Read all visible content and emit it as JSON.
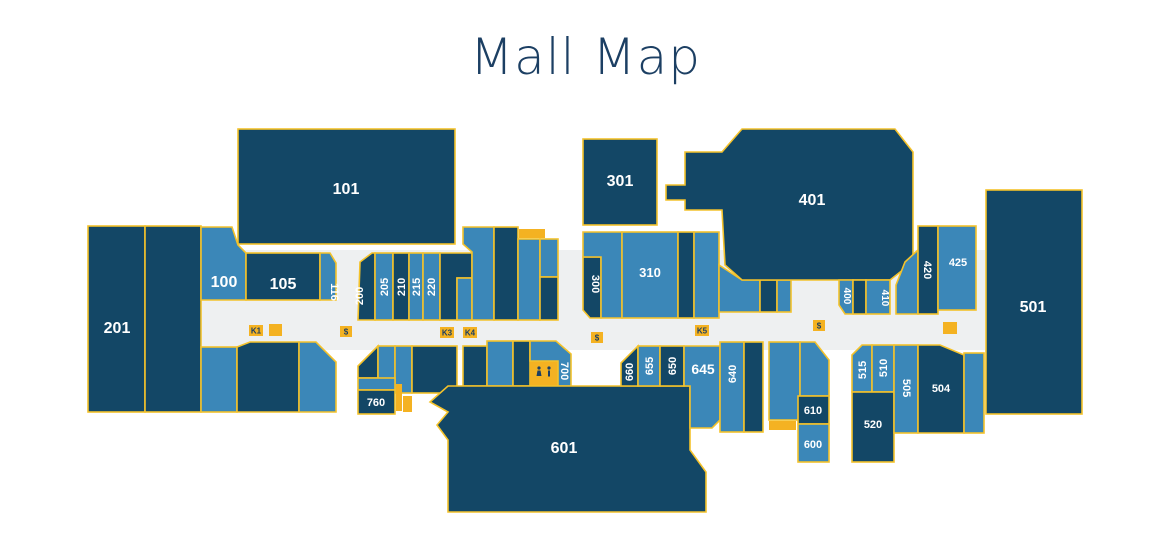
{
  "title": "Mall Map",
  "colors": {
    "dark": "#134766",
    "light": "#3b87b8",
    "border": "#f4c22b",
    "amenity": "#f4b222",
    "corridor": "#eef0f1",
    "title": "#1c3f63"
  },
  "stores": {
    "s100": "100",
    "s101": "101",
    "s105": "105",
    "s116": "116",
    "s200": "200",
    "s201": "201",
    "s205": "205",
    "s210": "210",
    "s215": "215",
    "s220": "220",
    "s300": "300",
    "s301": "301",
    "s310": "310",
    "s400": "400",
    "s401": "401",
    "s410": "410",
    "s420": "420",
    "s425": "425",
    "s501": "501",
    "s504": "504",
    "s505": "505",
    "s510": "510",
    "s515": "515",
    "s520": "520",
    "s600": "600",
    "s601": "601",
    "s610": "610",
    "s640": "640",
    "s645": "645",
    "s650": "650",
    "s655": "655",
    "s660": "660",
    "s700": "700",
    "s760": "760"
  },
  "kiosks": {
    "k1": "K1",
    "k3": "K3",
    "k4": "K4",
    "k5": "K5"
  },
  "atm_label": "$",
  "restroom_icon": "restroom-icon"
}
